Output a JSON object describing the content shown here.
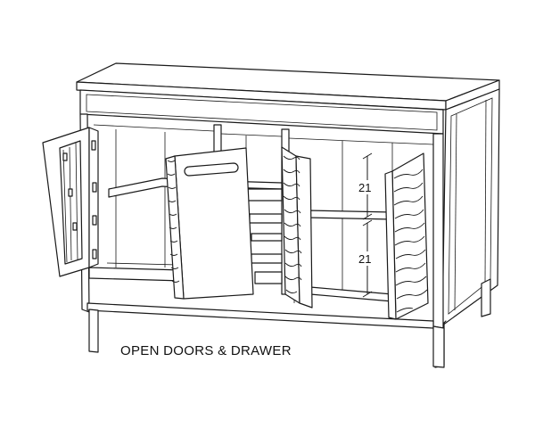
{
  "caption": "OPEN DOORS & DRAWER",
  "dimensions": {
    "upper_label": "21",
    "lower_label": "21"
  },
  "colors": {
    "line": "#1a1a1a",
    "background": "#ffffff"
  }
}
